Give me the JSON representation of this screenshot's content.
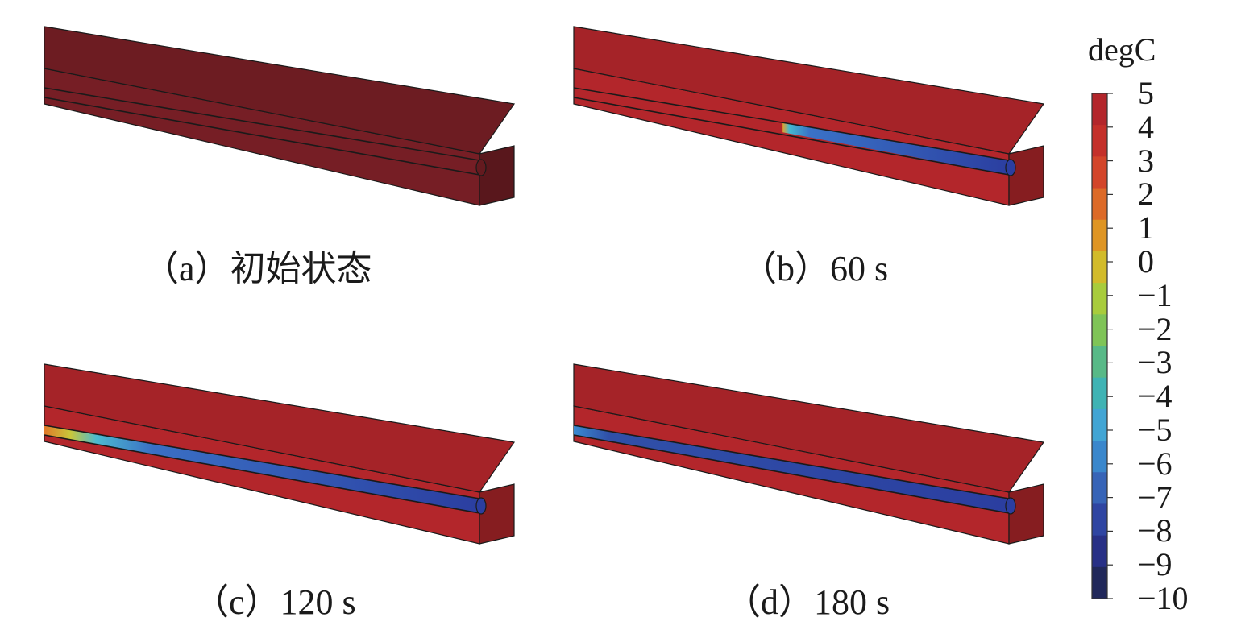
{
  "panels": [
    {
      "id": "a",
      "caption": "（a）初始状态",
      "state": "initial",
      "cold_front": 0.0
    },
    {
      "id": "b",
      "caption": "（b）60 s",
      "state": "partial",
      "cold_front": 0.48
    },
    {
      "id": "c",
      "caption": "（c）120 s",
      "state": "partial_warm",
      "cold_front": 0.0
    },
    {
      "id": "d",
      "caption": "（d）180 s",
      "state": "full",
      "cold_front": 0.0
    }
  ],
  "colorbar": {
    "unit": "degC",
    "ticks": [
      "5",
      "4",
      "3",
      "2",
      "1",
      "0",
      "−1",
      "−2",
      "−3",
      "−4",
      "−5",
      "−6",
      "−7",
      "−8",
      "−9",
      "−10"
    ],
    "colors": [
      "#b3262b",
      "#c4302a",
      "#d3452a",
      "#dc6a28",
      "#de9524",
      "#d2bb2a",
      "#a8cc3c",
      "#7fc457",
      "#58b987",
      "#3fb3b4",
      "#42a5d4",
      "#3a87cc",
      "#3764b7",
      "#2f45a2",
      "#283086",
      "#21285a"
    ]
  },
  "colors": {
    "body_initial": "#761e25",
    "body_hot": "#b3262b",
    "cold_core": "#2b3ea0",
    "edge": "#1a1a1a"
  }
}
